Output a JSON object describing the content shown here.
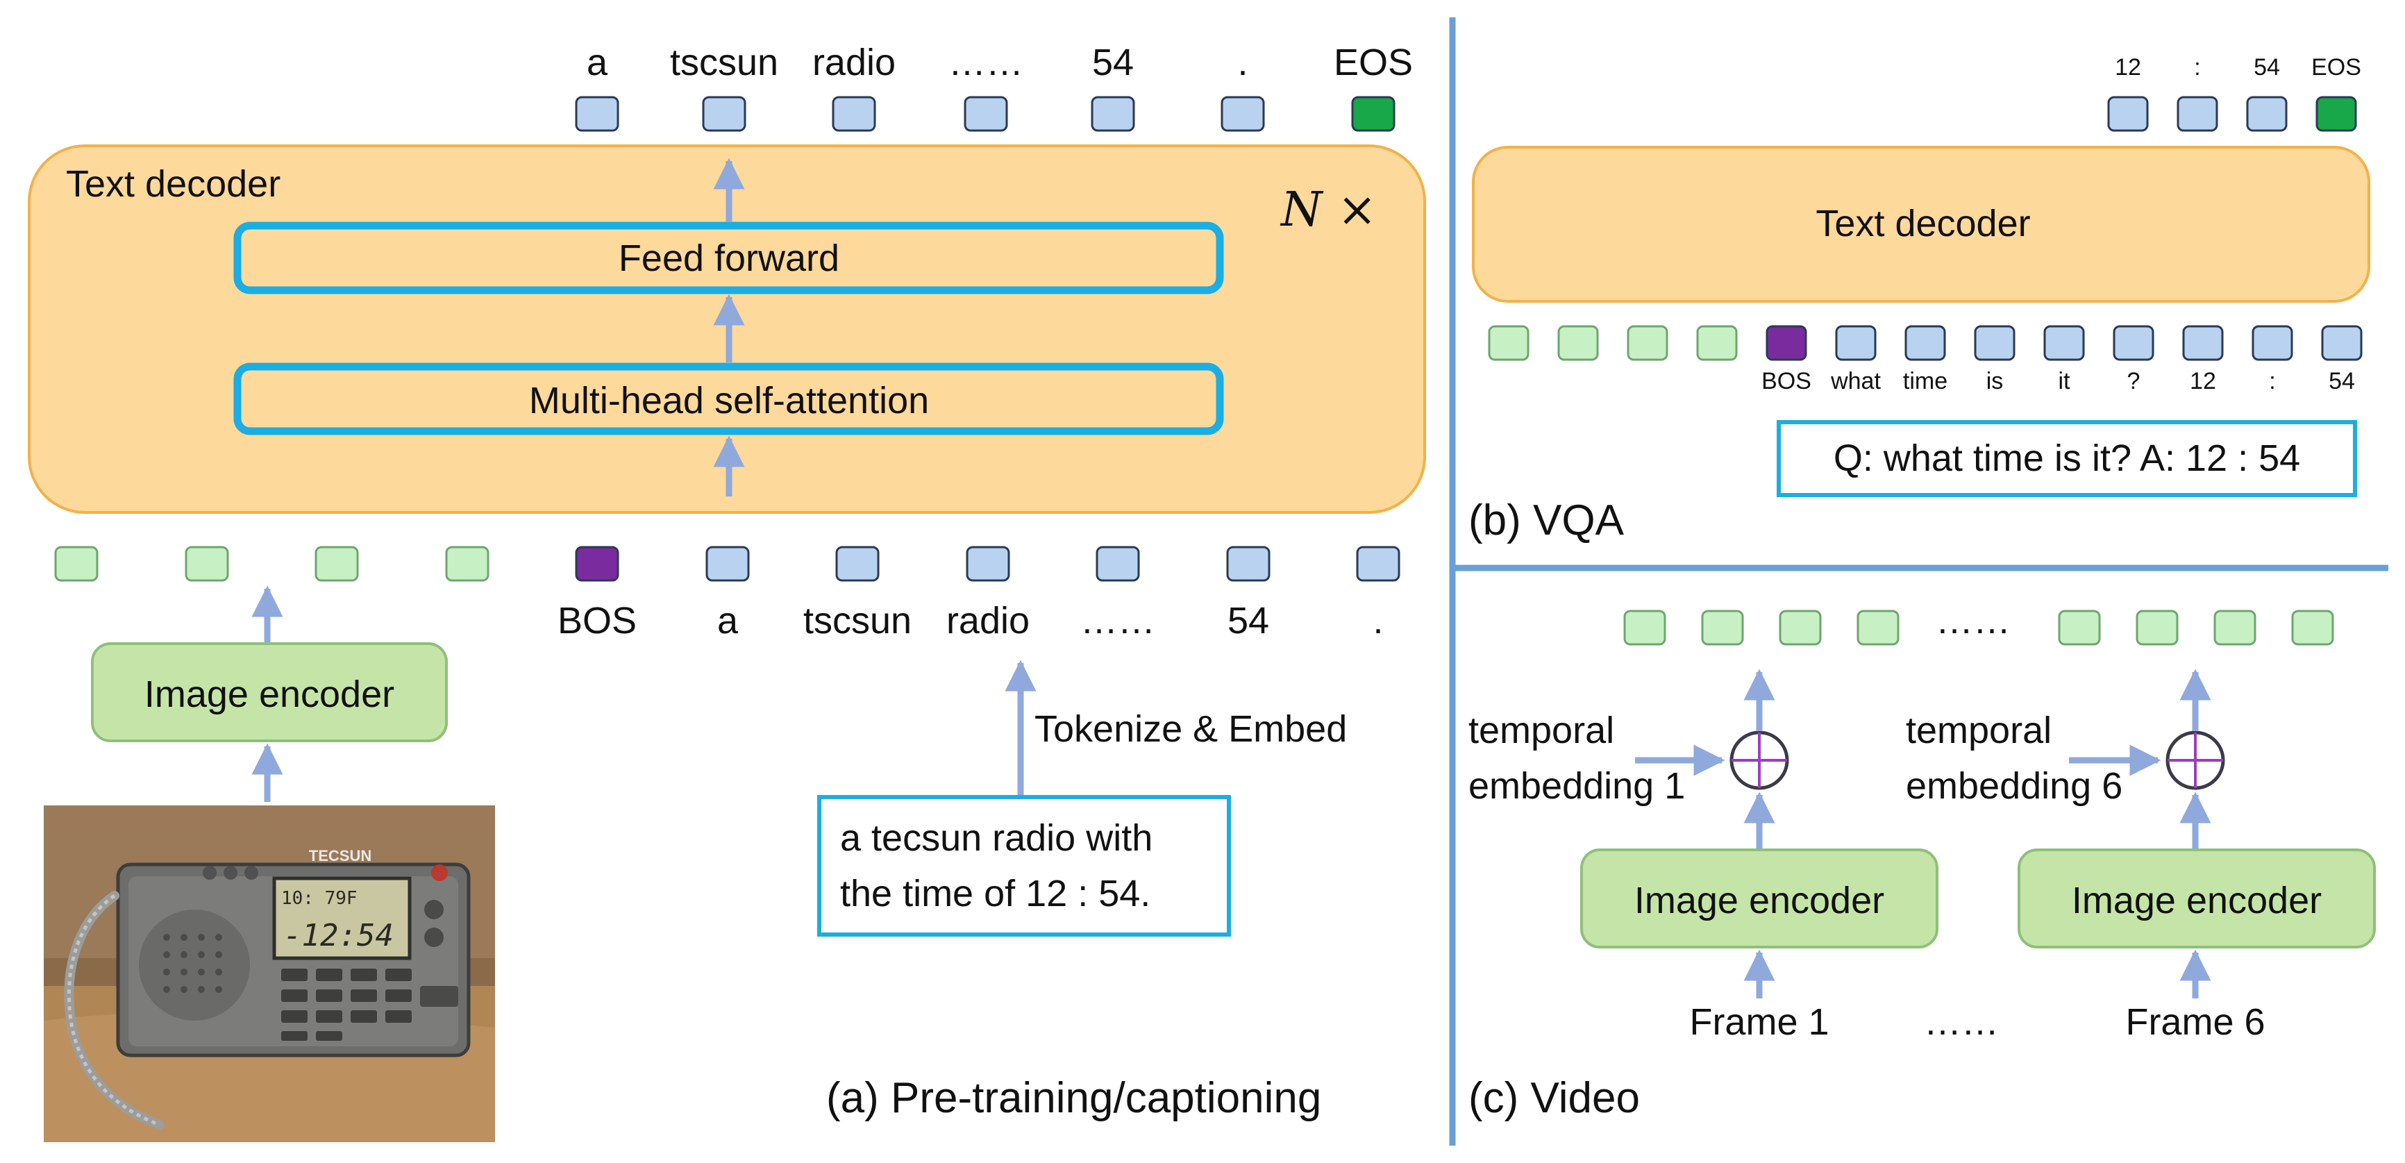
{
  "panel_a": {
    "output_tokens": [
      "a",
      "tscsun",
      "radio",
      "……",
      "54",
      ".",
      "EOS"
    ],
    "decoder_title": "Text decoder",
    "repeat": "N ×",
    "feed_forward": "Feed forward",
    "attention": "Multi-head self-attention",
    "input_tokens": [
      "BOS",
      "a",
      "tscsun",
      "radio",
      "……",
      "54",
      "."
    ],
    "image_encoder": "Image encoder",
    "tokenize": "Tokenize & Embed",
    "caption_line1": "a tecsun radio with",
    "caption_line2": "the time of 12 : 54.",
    "photo_brand": "TECSUN",
    "lcd_top": "10:  79F",
    "lcd_main": "-12:54",
    "label": "(a) Pre-training/captioning"
  },
  "panel_b": {
    "output_tokens": [
      "12",
      ":",
      "54",
      "EOS"
    ],
    "decoder_title": "Text decoder",
    "input_tokens": [
      "BOS",
      "what",
      "time",
      "is",
      "it",
      "?",
      "12",
      ":",
      "54"
    ],
    "qa_text": "Q: what time is it? A: 12 : 54",
    "label": "(b) VQA"
  },
  "panel_c": {
    "dots": "……",
    "temporal_1_line1": "temporal",
    "temporal_1_line2": "embedding 1",
    "temporal_6_line1": "temporal",
    "temporal_6_line2": "embedding 6",
    "encoder_1": "Image encoder",
    "encoder_6": "Image encoder",
    "frame_1": "Frame 1",
    "frame_dots": "……",
    "frame_6": "Frame 6",
    "label": "(c) Video"
  },
  "colors": {
    "decoder_fill": "#fdd99b",
    "decoder_stroke": "#f1b24a",
    "cyan": "#1aaee3",
    "arrow": "#8fa9dc",
    "green_token": "#c7f1c5",
    "blue_token": "#b9d2ef",
    "purple_token": "#7a2c9e",
    "eos_token": "#18a84a",
    "encoder_fill": "#c5e5a8",
    "divider": "#6a9fd6"
  }
}
